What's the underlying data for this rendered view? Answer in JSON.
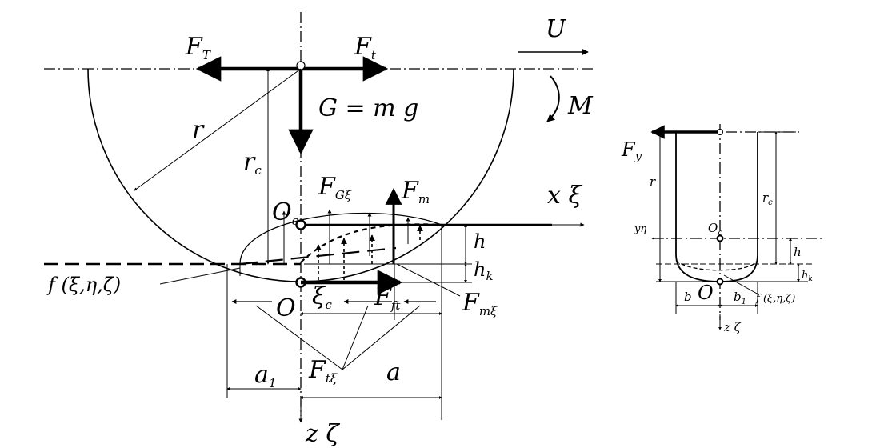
{
  "main": {
    "F_T": "F",
    "F_T_sub": "T",
    "F_t": "F",
    "F_t_sub": "t",
    "U": "U",
    "M": "M",
    "G": "G = m g",
    "r": "r",
    "r_c": "r",
    "r_c_sub": "c",
    "F_Gxi": "F",
    "F_Gxi_sub": "Gξ",
    "F_m": "F",
    "F_m_sub": "m",
    "x_xi": "x ξ",
    "O_c": "O",
    "O_c_sub": "c",
    "h": "h",
    "h_k": "h",
    "h_k_sub": "k",
    "f_func": "f (ξ,η,ζ)",
    "O": "O",
    "xi_c": "ξ",
    "xi_c_sub": "c",
    "F_ft": "F",
    "F_ft_sub": "ft",
    "F_mxi": "F",
    "F_mxi_sub": "mξ",
    "F_txi": "F",
    "F_txi_sub": "tξ",
    "a1": "a",
    "a1_sub": "1",
    "a": "a",
    "z_zeta": "z ζ"
  },
  "side": {
    "F_y": "F",
    "F_y_sub": "y",
    "r": "r",
    "r_c": "r",
    "r_c_sub": "c",
    "y_eta": "yη",
    "O_c": "O",
    "O_c_sub": "c",
    "h": "h",
    "h_k": "h",
    "h_k_sub": "k",
    "b": "b",
    "O": "O",
    "b1": "b",
    "b1_sub": "1",
    "f_func": "f (ξ,η,ζ)",
    "z_zeta": "z ζ"
  }
}
